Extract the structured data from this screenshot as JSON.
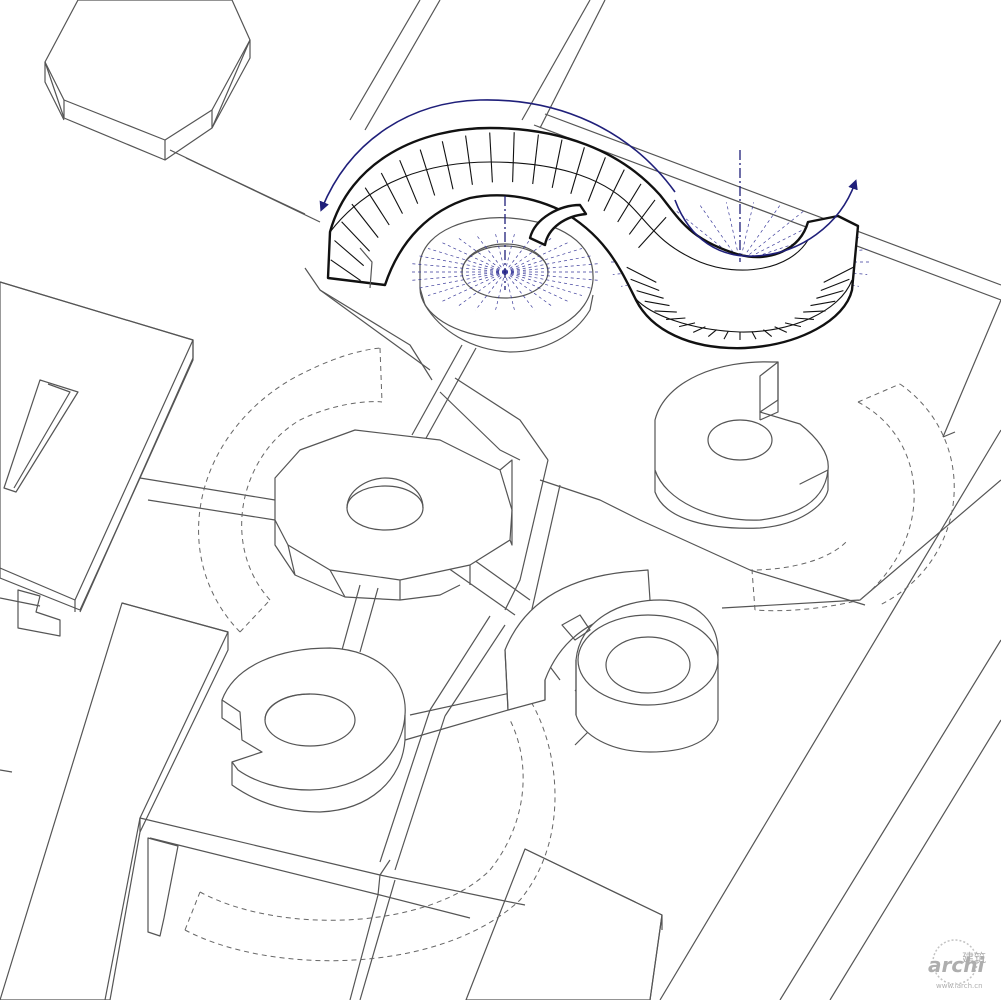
{
  "diagram": {
    "elements": [
      "serpentine-pavilion",
      "ring-pavilion-east",
      "ring-pavilion-center",
      "ring-pavilion-southwest",
      "ring-pavilion-south",
      "half-ring-pavilion-south",
      "site-buildings",
      "site-paths",
      "dashed-arc-boundaries",
      "rotation-arrows",
      "rotation-axes"
    ],
    "colors": {
      "linework": "#555555",
      "pavilion": "#111111",
      "annotation": "#1f1f7a",
      "background": "#ffffff"
    }
  },
  "watermark": {
    "logo_text": "archi",
    "cn_text": "建筑",
    "url": "www.iarch.cn"
  }
}
